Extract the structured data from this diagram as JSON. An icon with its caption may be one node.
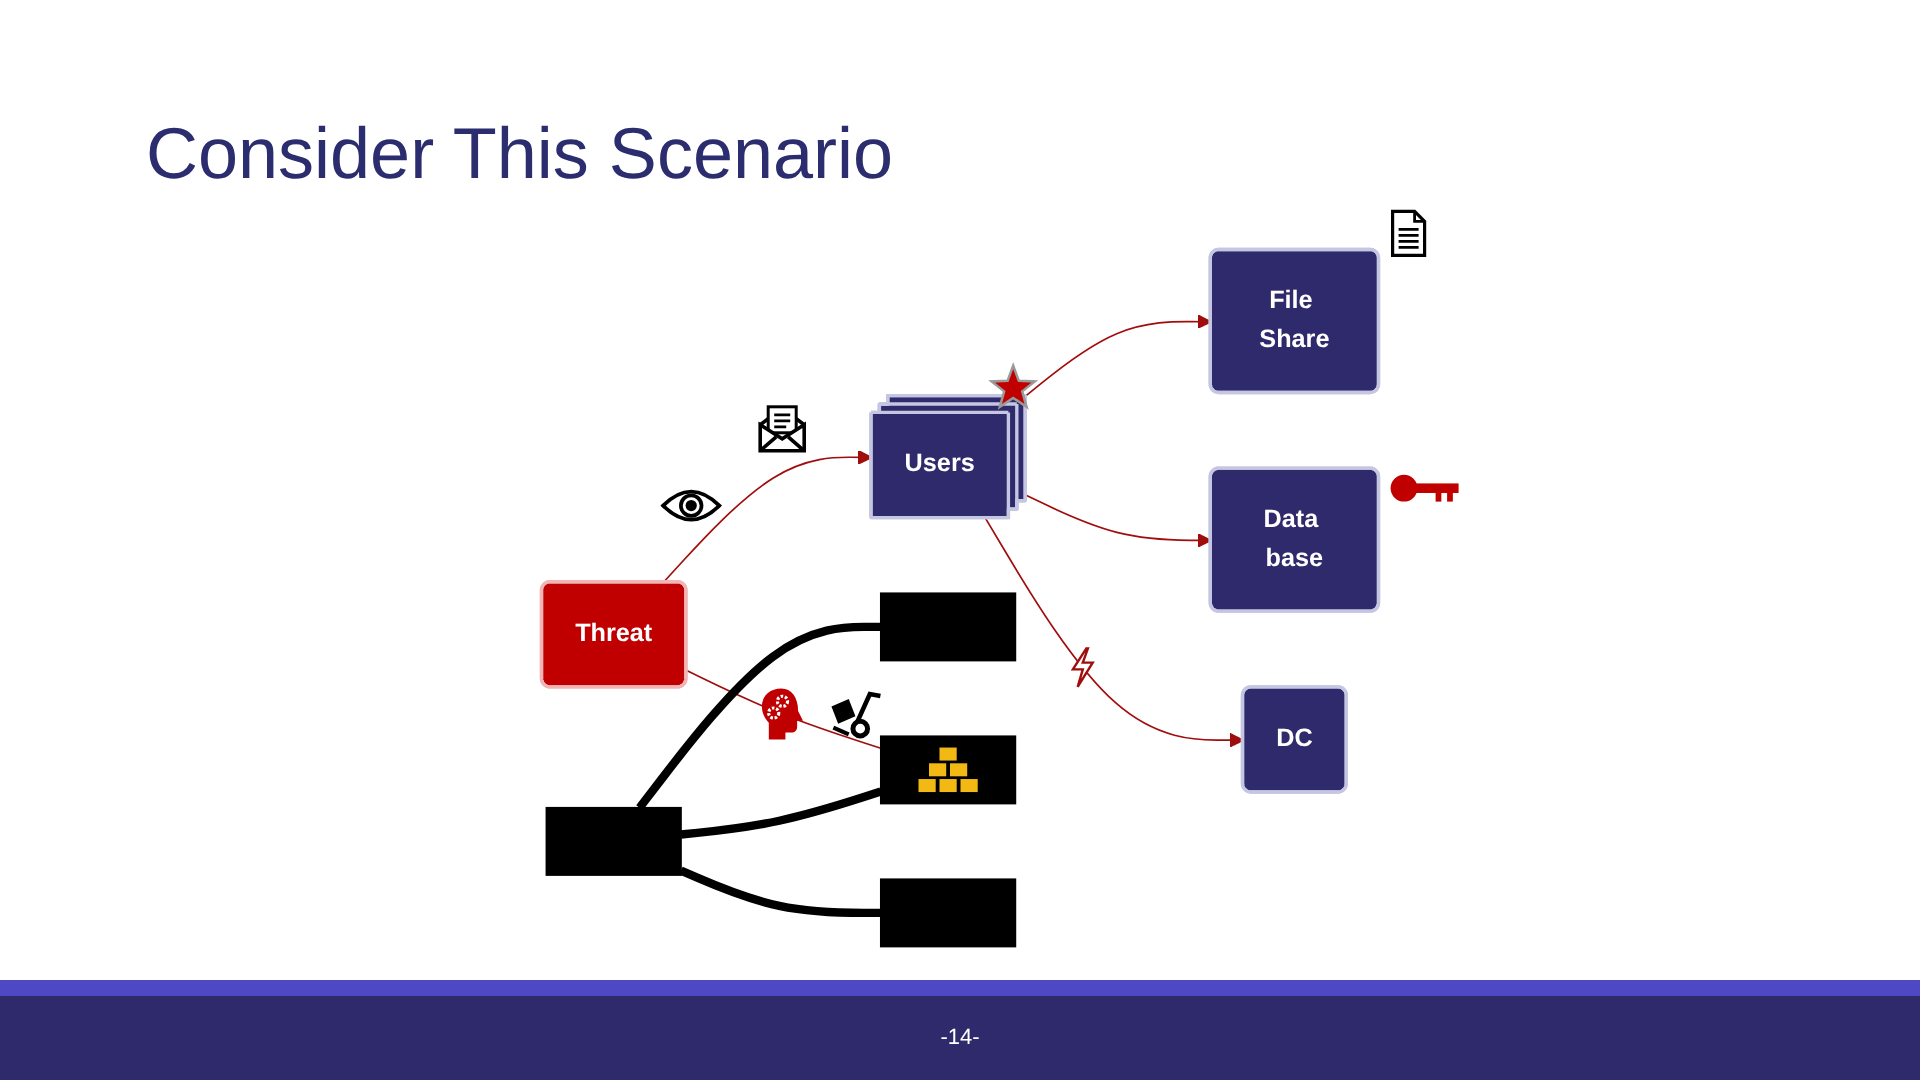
{
  "diagram": {
    "title": "Consider This Scenario",
    "nodes": [
      {
        "text": [
          "Threat"
        ]
      },
      {
        "text": [
          "Users"
        ]
      },
      {
        "text": [
          "File Share"
        ]
      },
      {
        "text": [
          "Data base"
        ]
      },
      {
        "text": [
          "DC"
        ]
      },
      {
        "text": [],
        "shape": "box"
      },
      {
        "text": [],
        "shape": "box"
      },
      {
        "text": [],
        "shape": "box"
      },
      {
        "text": [],
        "shape": "box"
      }
    ],
    "edges": [
      {
        "from": 0,
        "to": 1,
        "arrow": "to"
      },
      {
        "from": 1,
        "to": 2,
        "arrow": "to"
      },
      {
        "from": 1,
        "to": 3,
        "arrow": "to"
      },
      {
        "from": 1,
        "to": 4,
        "arrow": "to"
      },
      {
        "from": 0,
        "to": 7,
        "arrow": "none"
      },
      {
        "from": 5,
        "to": 6,
        "arrow": "none",
        "style": "thick",
        "color": "#000000"
      },
      {
        "from": 5,
        "to": 7,
        "arrow": "none",
        "style": "thick",
        "color": "#000000"
      },
      {
        "from": 5,
        "to": 8,
        "arrow": "none",
        "style": "thick",
        "color": "#000000"
      }
    ],
    "labels": [
      "-14-"
    ]
  }
}
